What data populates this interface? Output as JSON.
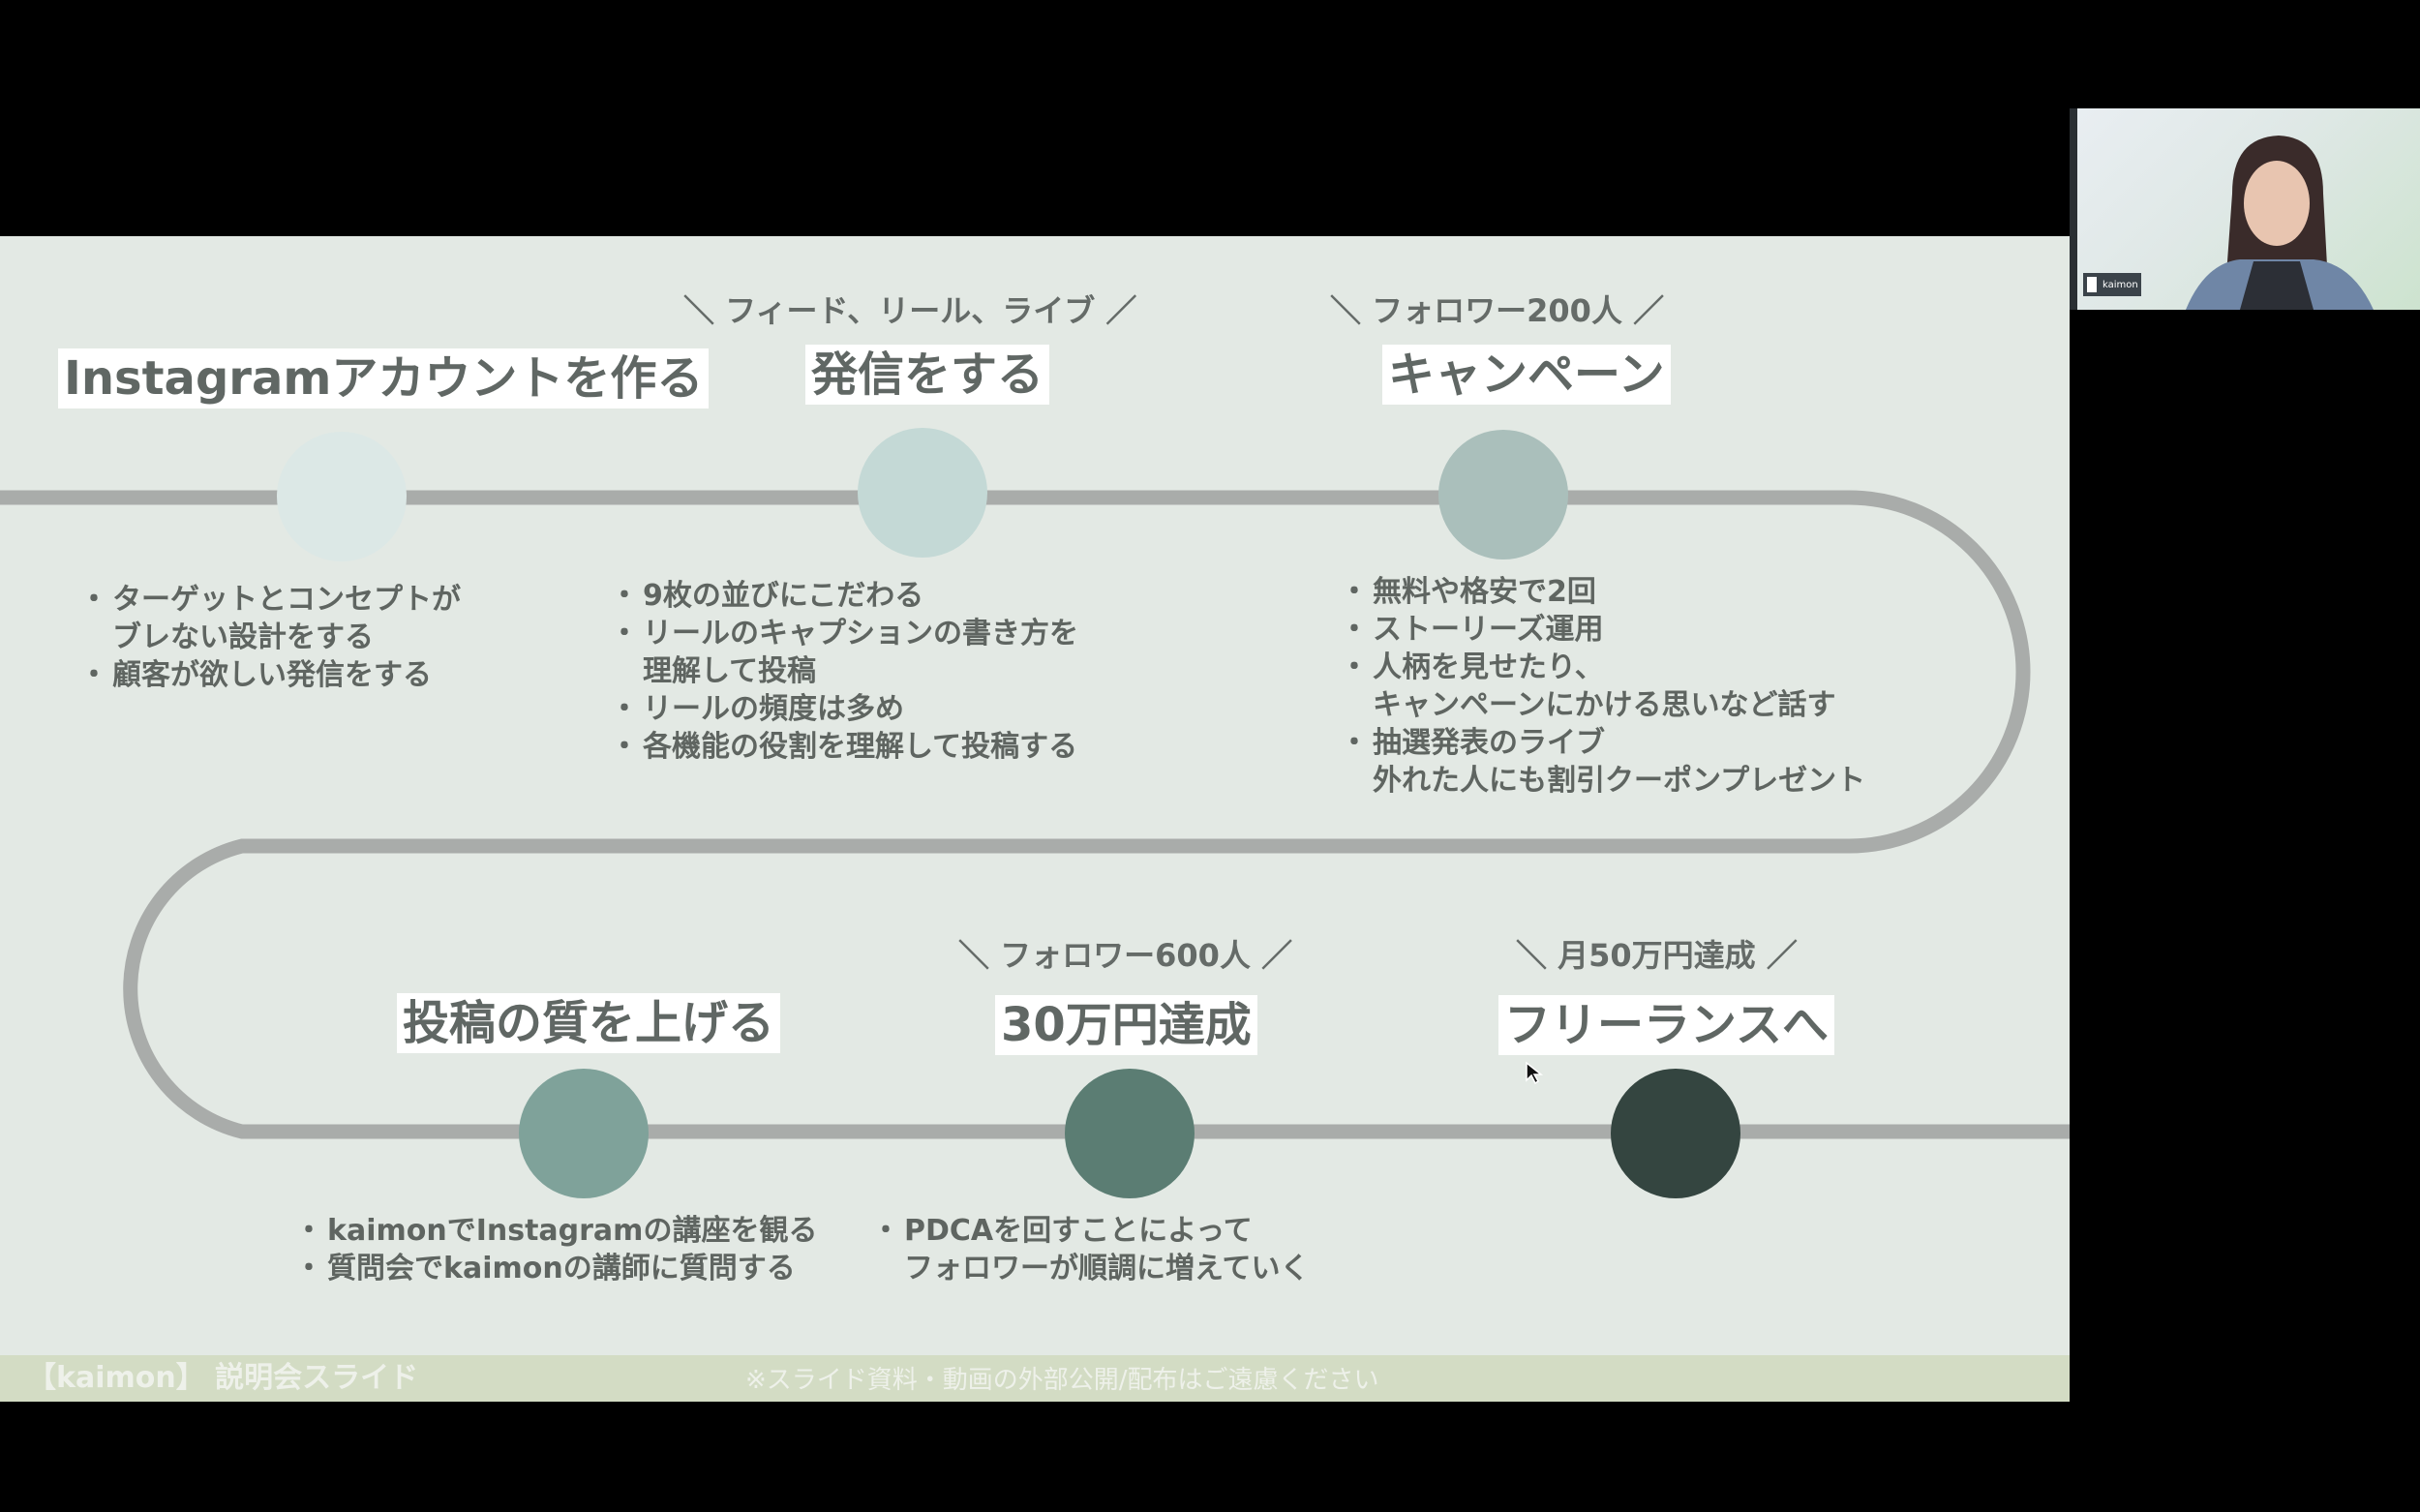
{
  "slide": {
    "milestones": [
      {
        "title": "Instagramアカウントを作る",
        "subtitle": "",
        "color": "#dce8e6",
        "bullets": [
          "ターゲットとコンセプトが\nブレない設計をする",
          "顧客が欲しい発信をする"
        ]
      },
      {
        "title": "発信をする",
        "subtitle": "＼ フィード、リール、ライブ ／",
        "color": "#c4d9d6",
        "bullets": [
          "9枚の並びにこだわる",
          "リールのキャプションの書き方を\n理解して投稿",
          "リールの頻度は多め",
          "各機能の役割を理解して投稿する"
        ]
      },
      {
        "title": "キャンペーン",
        "subtitle": "＼ フォロワー200人 ／",
        "color": "#aabfbb",
        "bullets": [
          "無料や格安で2回",
          "ストーリーズ運用",
          "人柄を見せたり、\nキャンペーンにかける思いなど話す",
          "抽選発表のライブ\n外れた人にも割引クーポンプレゼント"
        ]
      },
      {
        "title": "投稿の質を上げる",
        "subtitle": "",
        "color": "#7fa29a",
        "bullets": [
          "kaimonでInstagramの講座を観る",
          "質問会でkaimonの講師に質問する"
        ]
      },
      {
        "title": "30万円達成",
        "subtitle": "＼ フォロワー600人 ／",
        "color": "#5b7d73",
        "bullets": [
          "PDCAを回すことによって\nフォロワーが順調に増えていく"
        ]
      },
      {
        "title": "フリーランスへ",
        "subtitle": "＼ 月50万円達成 ／",
        "color": "#344540",
        "bullets": []
      }
    ],
    "track_color": "#a9acaa",
    "footer_left": "【kaimon】 説明会スライド",
    "footer_center": "※スライド資料・動画の外部公開/配布はご遠慮ください"
  },
  "video_feed": {
    "label": "kaimon"
  }
}
